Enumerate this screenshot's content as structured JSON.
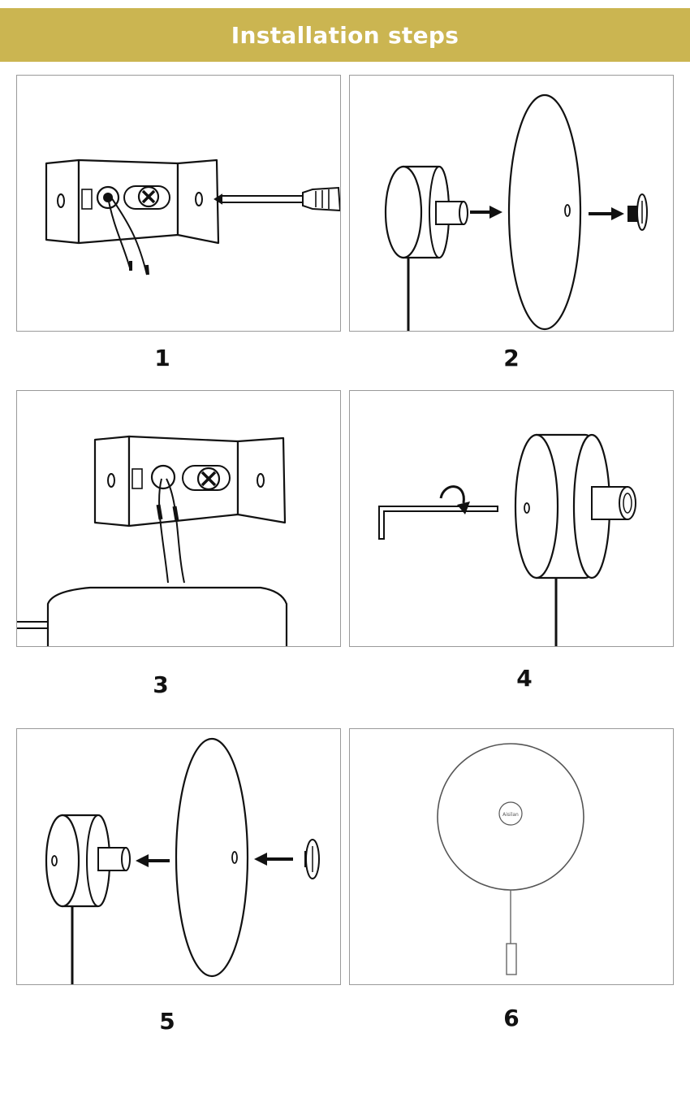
{
  "banner": {
    "title": "Installation steps",
    "background": "#cbb551"
  },
  "steps": [
    {
      "number": "1"
    },
    {
      "number": "2"
    },
    {
      "number": "3"
    },
    {
      "number": "4"
    },
    {
      "number": "5"
    },
    {
      "number": "6"
    }
  ],
  "logo_text": "Aisilan"
}
